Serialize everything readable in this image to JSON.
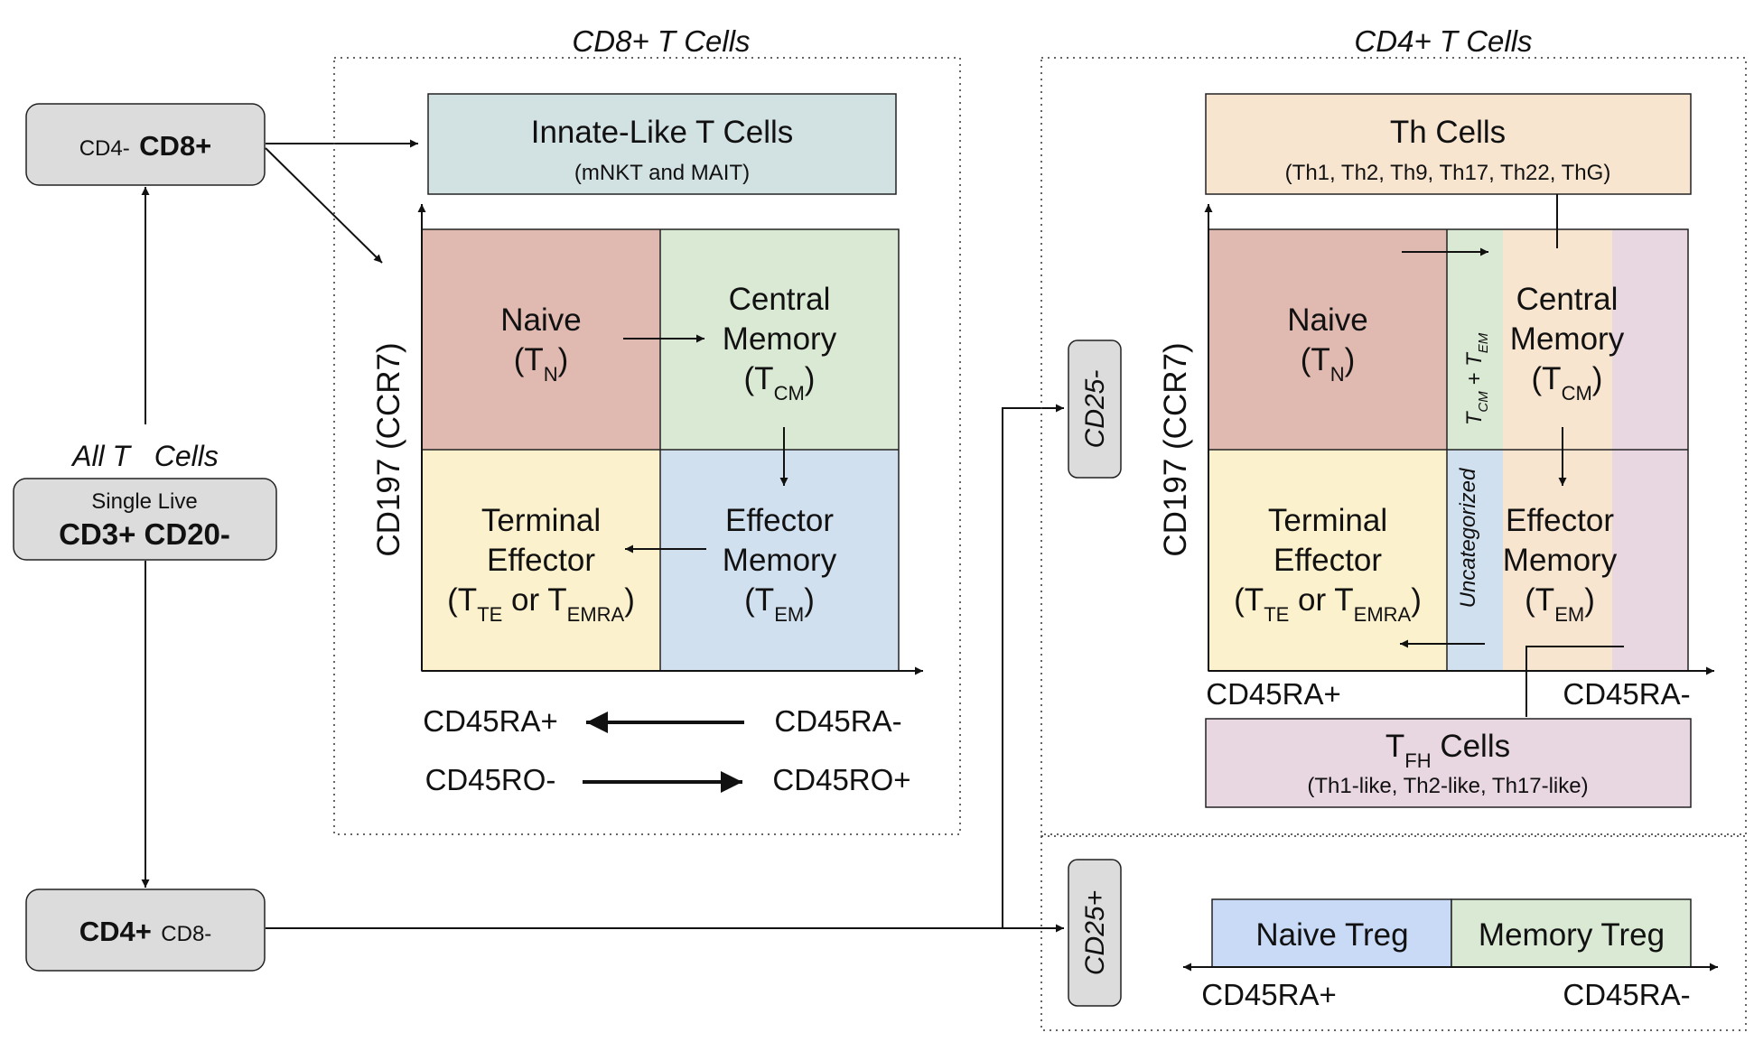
{
  "colors": {
    "naive": "#e0b9b0",
    "central_memory": "#dae9d3",
    "terminal_effector": "#fcf1cd",
    "effector_memory": "#d1e0ef",
    "innate": "#d2e1e2",
    "th": "#f8e5d0",
    "tfh": "#e8d6e0",
    "naive_treg": "#c9daf6",
    "memory_treg": "#dae9d3",
    "node": "#dcdcdc"
  },
  "left": {
    "cd8_node": {
      "prefix": "CD4-",
      "main": "CD8+"
    },
    "all_t_label": "All T   Cells",
    "all_t_node": {
      "line1": "Single Live",
      "line2": "CD3+ CD20-"
    },
    "cd4_node": {
      "main": "CD4+",
      "suffix": "CD8-"
    }
  },
  "cd8": {
    "title": "CD8+ T Cells",
    "innate": {
      "title": "Innate-Like T Cells",
      "subtitle": "(mNKT and MAIT)"
    },
    "y_axis": "CD197 (CCR7)",
    "naive": {
      "line1": "Naive",
      "base": "(T",
      "sub": "N",
      "close": ")"
    },
    "cm": {
      "line1": "Central",
      "line2": "Memory",
      "base": "(T",
      "sub": "CM",
      "close": ")"
    },
    "te": {
      "line1": "Terminal",
      "line2": "Effector",
      "open": "(T",
      "sub1": "TE",
      "mid": " or T",
      "sub2": "EMRA",
      "close": ")"
    },
    "em": {
      "line1": "Effector",
      "line2": "Memory",
      "base": "(T",
      "sub": "EM",
      "close": ")"
    },
    "legend": {
      "ra_plus": "CD45RA+",
      "ra_minus": "CD45RA-",
      "ro_minus": "CD45RO-",
      "ro_plus": "CD45RO+"
    }
  },
  "cd4": {
    "title": "CD4+ T Cells",
    "cd25_minus": "CD25-",
    "cd25_plus": "CD25+",
    "th": {
      "title": "Th Cells",
      "subtitle": "(Th1, Th2, Th9, Th17, Th22, ThG)"
    },
    "y_axis": "CD197 (CCR7)",
    "naive": {
      "line1": "Naive",
      "base": "(T",
      "sub": "N",
      "close": ")"
    },
    "cm": {
      "line1": "Central",
      "line2": "Memory",
      "base": "(T",
      "sub": "CM",
      "close": ")"
    },
    "te": {
      "line1": "Terminal",
      "line2": "Effector",
      "open": "(T",
      "sub1": "TE",
      "mid": " or T",
      "sub2": "EMRA",
      "close": ")"
    },
    "em": {
      "line1": "Effector",
      "line2": "Memory",
      "base": "(T",
      "sub": "EM",
      "close": ")"
    },
    "tcm_tem": {
      "t1": "T",
      "s1": "CM",
      "plus": " + T",
      "s2": "EM"
    },
    "uncategorized": "Uncategorized",
    "ra_plus": "CD45RA+",
    "ra_minus": "CD45RA-",
    "tfh": {
      "t": "T",
      "sub": "FH",
      "rest": " Cells",
      "subtitle": "(Th1-like, Th2-like, Th17-like)"
    },
    "naive_treg": "Naive Treg",
    "memory_treg": "Memory Treg",
    "treg_ra_plus": "CD45RA+",
    "treg_ra_minus": "CD45RA-"
  }
}
